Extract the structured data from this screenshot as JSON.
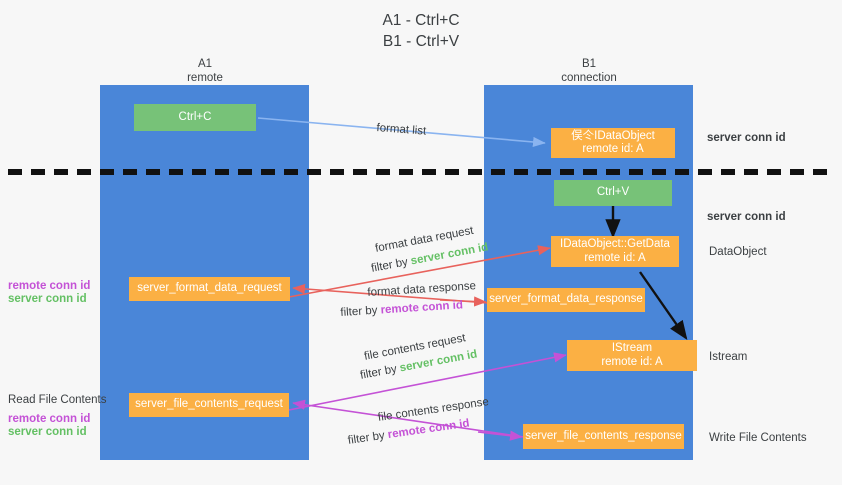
{
  "title": {
    "line1": "A1 - Ctrl+C",
    "line2": "B1 - Ctrl+V"
  },
  "columns": [
    {
      "name": "A1",
      "sub": "remote"
    },
    {
      "name": "B1",
      "sub": "connection"
    }
  ],
  "colors": {
    "lane": "#4a86d8",
    "green_box": "#77c278",
    "orange_box": "#fbb044",
    "green_text": "#64c064",
    "purple_text": "#c452d6",
    "blue_arrow": "#8ab4f0",
    "red_arrow": "#e8625c",
    "magenta_arrow": "#c452d6",
    "black_arrow": "#1a1a1a",
    "background": "#f7f7f7"
  },
  "boxes": {
    "ctrl_c": {
      "label": "Ctrl+C"
    },
    "ctrl_v": {
      "label": "Ctrl+V"
    },
    "idataobject": {
      "line1": "俣仒IDataObject",
      "line2": "remote id: A"
    },
    "getdata": {
      "line1": "IDataObject::GetData",
      "line2": "remote id: A"
    },
    "istream": {
      "line1": "IStream",
      "line2": "remote id: A"
    },
    "server_format_data_request": {
      "label": "server_format_data_request"
    },
    "server_format_data_response": {
      "label": "server_format_data_response"
    },
    "server_file_contents_request": {
      "label": "server_file_contents_request"
    },
    "server_file_contents_response": {
      "label": "server_file_contents_response"
    }
  },
  "right_labels": {
    "server_conn_id_top": "server conn id",
    "server_conn_id_mid": "server conn id",
    "dataobject": "DataObject",
    "istream": "Istream",
    "write_file_contents": "Write File Contents"
  },
  "left_labels": {
    "remote_conn_id_1": "remote conn id",
    "server_conn_id_1": "server conn id",
    "read_file_contents": "Read File Contents",
    "remote_conn_id_2": "remote conn id",
    "server_conn_id_2": "server conn id"
  },
  "annotations": {
    "format_list": "format list",
    "format_data_request": "format data request",
    "format_data_request_filter_prefix": "filter by ",
    "format_data_request_filter_value": "server conn id",
    "format_data_response": "format data response",
    "format_data_response_filter_prefix": "filter by ",
    "format_data_response_filter_value": "remote conn id",
    "file_contents_request": "file contents request",
    "file_contents_request_filter_prefix": "filter by ",
    "file_contents_request_filter_value": "server conn id",
    "file_contents_response": "file contents response",
    "file_contents_response_filter_prefix": "filter by ",
    "file_contents_response_filter_value": "remote conn id"
  }
}
